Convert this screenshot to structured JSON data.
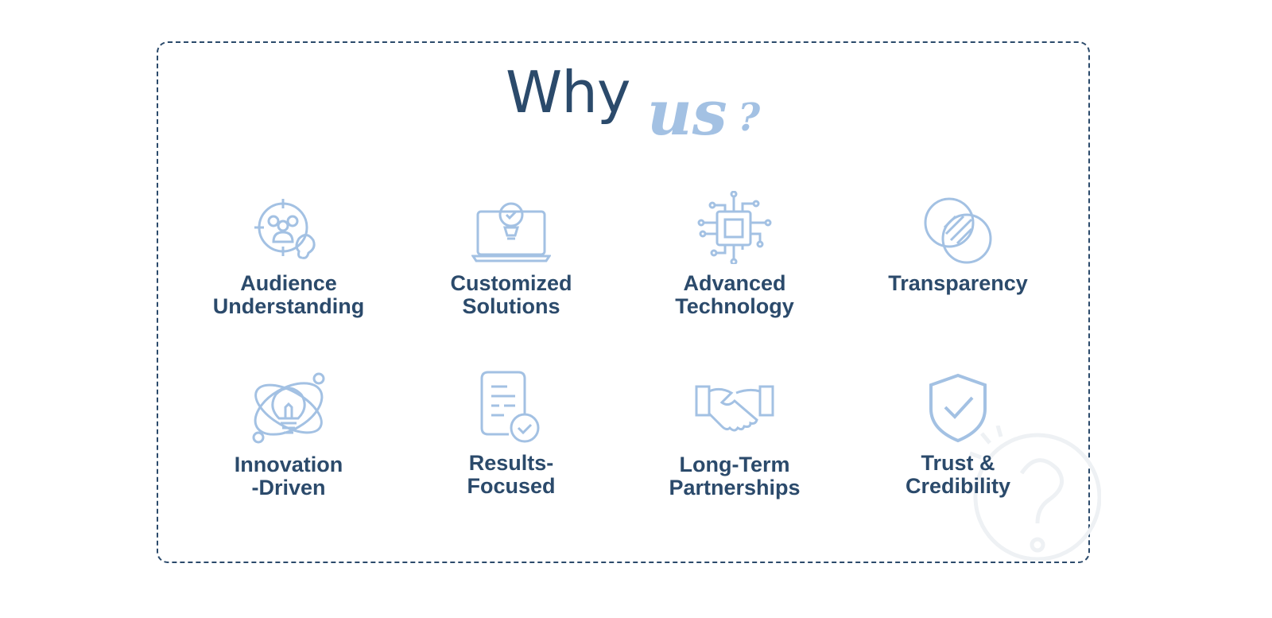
{
  "title": {
    "main": "Why",
    "accent": "us",
    "mark": "?"
  },
  "colors": {
    "dark": "#2b4a6b",
    "accent": "#a3c1e3"
  },
  "features": [
    {
      "label": "Audience Understanding",
      "line1": "Audience",
      "line2": "Understanding",
      "icon": "audience-target-icon"
    },
    {
      "label": "Customized Solutions",
      "line1": "Customized",
      "line2": "Solutions",
      "icon": "laptop-gear-icon"
    },
    {
      "label": "Advanced Technology",
      "line1": "Advanced",
      "line2": "Technology",
      "icon": "chip-icon"
    },
    {
      "label": "Transparency",
      "line1": "Transparency",
      "line2": "",
      "icon": "overlap-circles-icon"
    },
    {
      "label": "Innovation-Driven",
      "line1": "Innovation",
      "line2": "-Driven",
      "icon": "lightbulb-orbit-icon"
    },
    {
      "label": "Results-Focused",
      "line1": "Results-",
      "line2": "Focused",
      "icon": "document-check-icon"
    },
    {
      "label": "Long-Term Partnerships",
      "line1": "Long-Term",
      "line2": "Partnerships",
      "icon": "handshake-icon"
    },
    {
      "label": "Trust & Credibility",
      "line1": "Trust &",
      "line2": "Credibility",
      "icon": "shield-check-icon"
    }
  ]
}
